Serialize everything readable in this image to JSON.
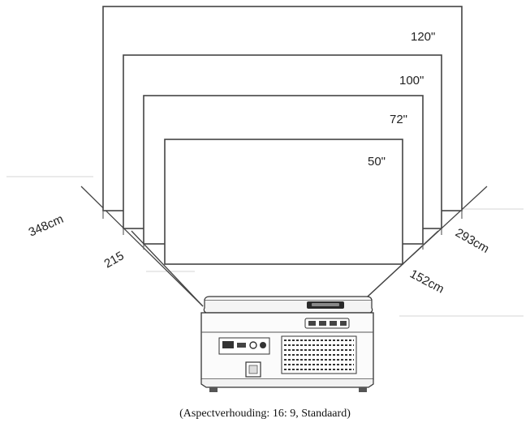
{
  "screens": [
    {
      "size_label": "120\""
    },
    {
      "size_label": "100\""
    },
    {
      "size_label": "72\""
    },
    {
      "size_label": "50\""
    }
  ],
  "distances": {
    "left_outer": "348cm",
    "left_inner": "215",
    "right_outer": "293cm",
    "right_inner": "152cm"
  },
  "caption": "(Aspectverhouding: 16: 9, Standaard)"
}
